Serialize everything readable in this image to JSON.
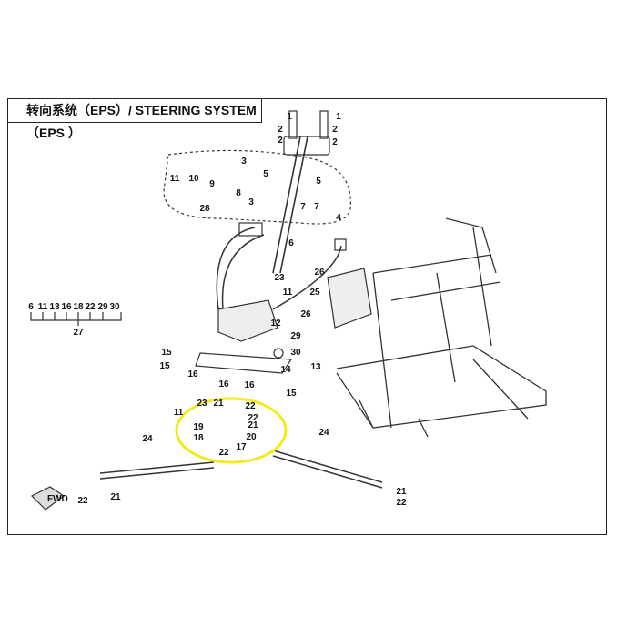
{
  "title": "转向系统（EPS）/ STEERING SYSTEM（EPS ）",
  "legend_group": {
    "items": [
      "6",
      "11",
      "13",
      "16",
      "18",
      "22",
      "29",
      "30"
    ],
    "parent": "27"
  },
  "callouts": [
    "1",
    "1",
    "2",
    "2",
    "2",
    "2",
    "3",
    "3",
    "5",
    "5",
    "11",
    "10",
    "9",
    "8",
    "7",
    "7",
    "4",
    "28",
    "6",
    "26",
    "25",
    "26",
    "23",
    "11",
    "12",
    "29",
    "30",
    "13",
    "15",
    "15",
    "16",
    "16",
    "16",
    "14",
    "15",
    "11",
    "23",
    "21",
    "22",
    "22",
    "21",
    "19",
    "20",
    "18",
    "17",
    "22",
    "24",
    "24",
    "21",
    "22",
    "21",
    "22"
  ],
  "highlight_color": "#f2ea1c",
  "fwd_label": "FWD"
}
